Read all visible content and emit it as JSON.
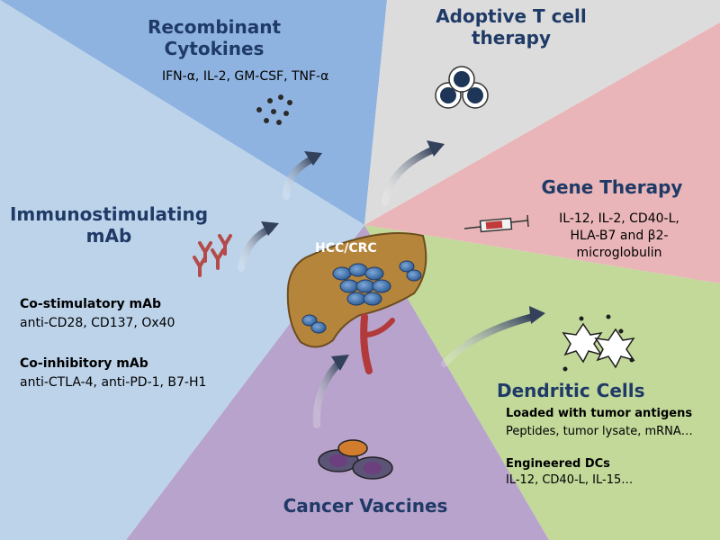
{
  "center": {
    "label": "HCC/CRC"
  },
  "sections": {
    "cytokines": {
      "title_line1": "Recombinant",
      "title_line2": "Cytokines",
      "items": "IFN-α, IL-2, GM-CSF, TNF-α"
    },
    "adoptive": {
      "title_line1": "Adoptive T cell",
      "title_line2": "therapy"
    },
    "gene": {
      "title": "Gene Therapy",
      "line1": "IL-12, IL-2, CD40-L,",
      "line2": "HLA-B7 and β2-",
      "line3": "microglobulin"
    },
    "mab": {
      "title_line1": "Immunostimulating",
      "title_line2": "mAb",
      "costim_title": "Co-stimulatory mAb",
      "costim_items": "anti-CD28, CD137, Ox40",
      "coinhib_title": "Co-inhibitory mAb",
      "coinhib_items": "anti-CTLA-4, anti-PD-1, B7-H1"
    },
    "dendritic": {
      "title": "Dendritic Cells",
      "loaded_title": "Loaded with tumor antigens",
      "loaded_items": "Peptides, tumor lysate, mRNA…",
      "engineered_title": "Engineered DCs",
      "engineered_items": "IL-12, CD40-L, IL-15…"
    },
    "vaccines": {
      "title": "Cancer Vaccines"
    }
  },
  "colors": {
    "cytokines_bg": "#8fb3e0",
    "adoptive_bg": "#dcdcdc",
    "gene_bg": "#e9b5b8",
    "mab_bg": "#bcd3ea",
    "dendritic_bg": "#c2d99a",
    "vaccines_bg": "#b7a3cc",
    "title_blue": "#1f3a66",
    "liver": "#b5853c",
    "tumor": "#5b8ec4"
  }
}
